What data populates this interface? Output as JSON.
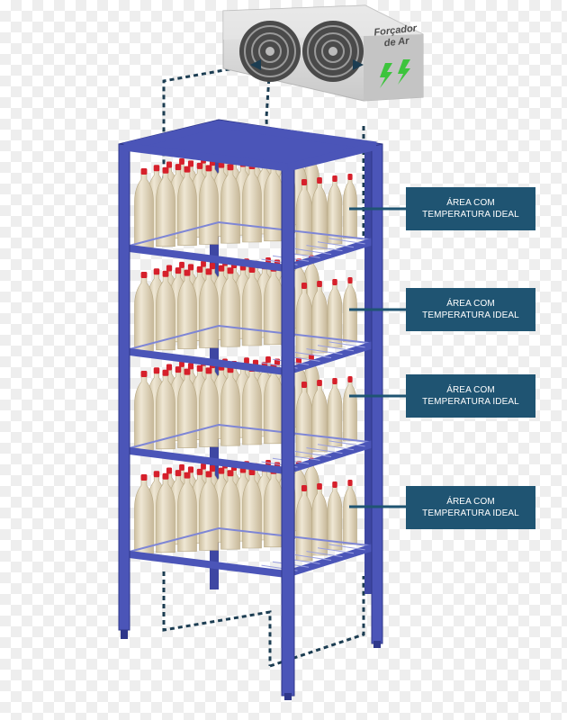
{
  "air_unit": {
    "label_line1": "Forçador",
    "label_line2": "de Ar",
    "colors": {
      "body": "#d8d8d8",
      "fan": "#3a3a3a",
      "arrow": "#3cc43c"
    },
    "icons": [
      "fan-icon",
      "fan-icon",
      "lightning-icon",
      "lightning-icon"
    ]
  },
  "labels": [
    {
      "line1": "ÁREA COM",
      "line2": "TEMPERATURA IDEAL"
    },
    {
      "line1": "ÁREA COM",
      "line2": "TEMPERATURA IDEAL"
    },
    {
      "line1": "ÁREA COM",
      "line2": "TEMPERATURA IDEAL"
    },
    {
      "line1": "ÁREA COM",
      "line2": "TEMPERATURA IDEAL"
    }
  ],
  "rack": {
    "shelves": 4,
    "colors": {
      "frame": "#4b55b8",
      "bottle": "#e3d9c3",
      "cap": "#d6202b",
      "airflow": "#1c3d52"
    }
  }
}
